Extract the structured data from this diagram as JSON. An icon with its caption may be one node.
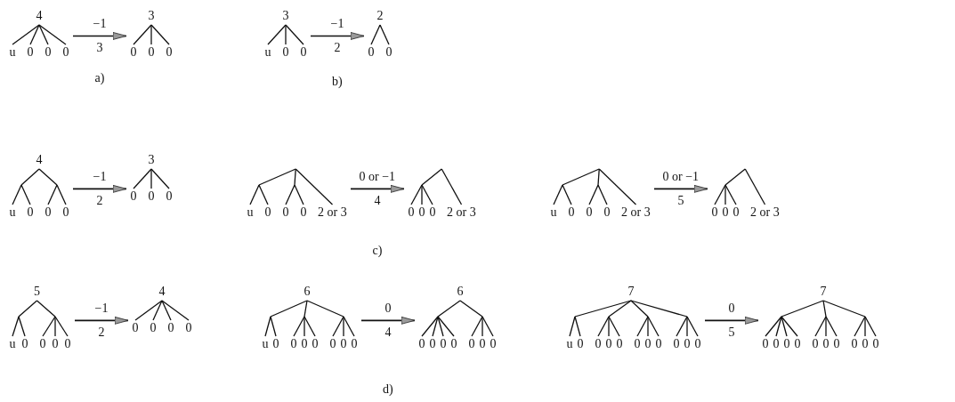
{
  "diagram": {
    "nodes": [
      {
        "text": [
          "4",
          "u",
          "0",
          "0",
          "0"
        ]
      },
      {
        "text": [
          "3",
          "0",
          "0",
          "0"
        ]
      },
      {
        "text": [
          "3",
          "u",
          "0",
          "0"
        ]
      },
      {
        "text": [
          "2",
          "0",
          "0"
        ]
      },
      {
        "text": [
          "4",
          "u",
          "0",
          "0",
          "0"
        ]
      },
      {
        "text": [
          "3",
          "0",
          "0",
          "0"
        ]
      },
      {
        "text": [
          "u",
          "0",
          "0",
          "0",
          "2 or 3"
        ]
      },
      {
        "text": [
          "0",
          "0",
          "0",
          "2 or 3"
        ]
      },
      {
        "text": [
          "u",
          "0",
          "0",
          "0",
          "2 or 3"
        ]
      },
      {
        "text": [
          "0",
          "0",
          "0",
          "2 or 3"
        ]
      },
      {
        "text": [
          "5",
          "u",
          "0",
          "0",
          "0",
          "0"
        ]
      },
      {
        "text": [
          "4",
          "0",
          "0",
          "0",
          "0"
        ]
      },
      {
        "text": [
          "6",
          "u",
          "0",
          "0",
          "0",
          "0",
          "0",
          "0",
          "0"
        ]
      },
      {
        "text": [
          "6",
          "0",
          "0",
          "0",
          "0",
          "0",
          "0",
          "0"
        ]
      },
      {
        "text": [
          "7",
          "u",
          "0",
          "0",
          "0",
          "0",
          "0",
          "0",
          "0",
          "0",
          "0",
          "0"
        ]
      },
      {
        "text": [
          "7",
          "0",
          "0",
          "0",
          "0",
          "0",
          "0",
          "0",
          "0",
          "0",
          "0"
        ]
      }
    ],
    "edges": [
      {
        "from": 0,
        "to": 1,
        "arrow": "to",
        "label": "−1"
      },
      {
        "from": 2,
        "to": 3,
        "arrow": "to",
        "label": "−1"
      },
      {
        "from": 4,
        "to": 5,
        "arrow": "to",
        "label": "−1"
      },
      {
        "from": 6,
        "to": 7,
        "arrow": "to",
        "label": "0 or −1"
      },
      {
        "from": 8,
        "to": 9,
        "arrow": "to",
        "label": "0 or −1"
      },
      {
        "from": 10,
        "to": 11,
        "arrow": "to",
        "label": "−1"
      },
      {
        "from": 12,
        "to": 13,
        "arrow": "to",
        "label": "0"
      },
      {
        "from": 14,
        "to": 15,
        "arrow": "to",
        "label": "0"
      }
    ],
    "labels": [
      "3",
      "a)",
      "2",
      "b)",
      "2",
      "4",
      "5",
      "c)",
      "2",
      "4",
      "5",
      "d)"
    ]
  }
}
